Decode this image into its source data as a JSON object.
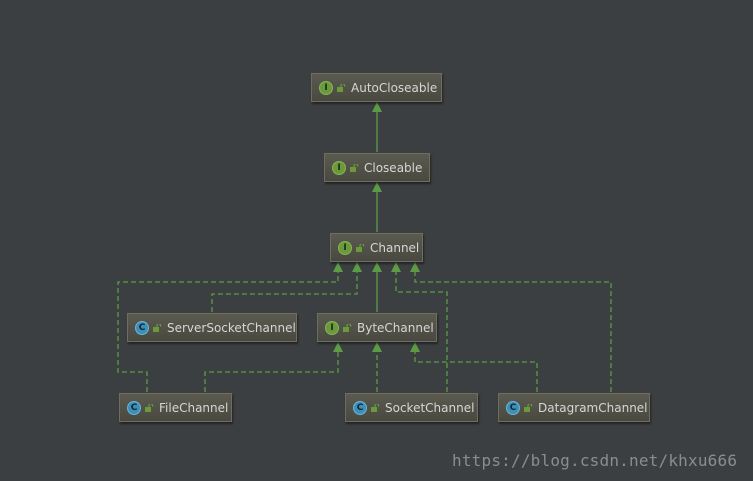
{
  "diagram": {
    "nodes": {
      "autocloseable": {
        "label": "AutoCloseable",
        "kind": "I"
      },
      "closeable": {
        "label": "Closeable",
        "kind": "I"
      },
      "channel": {
        "label": "Channel",
        "kind": "I"
      },
      "serversocketchannel": {
        "label": "ServerSocketChannel",
        "kind": "C"
      },
      "bytechannel": {
        "label": "ByteChannel",
        "kind": "I"
      },
      "filechannel": {
        "label": "FileChannel",
        "kind": "C"
      },
      "socketchannel": {
        "label": "SocketChannel",
        "kind": "C"
      },
      "datagramchannel": {
        "label": "DatagramChannel",
        "kind": "C"
      }
    },
    "edges": [
      {
        "from": "closeable",
        "to": "autocloseable",
        "relation": "extends"
      },
      {
        "from": "channel",
        "to": "closeable",
        "relation": "extends"
      },
      {
        "from": "bytechannel",
        "to": "channel",
        "relation": "extends"
      },
      {
        "from": "filechannel",
        "to": "channel",
        "relation": "implements"
      },
      {
        "from": "serversocketchannel",
        "to": "channel",
        "relation": "implements"
      },
      {
        "from": "socketchannel",
        "to": "channel",
        "relation": "implements"
      },
      {
        "from": "datagramchannel",
        "to": "channel",
        "relation": "implements"
      },
      {
        "from": "filechannel",
        "to": "bytechannel",
        "relation": "implements"
      },
      {
        "from": "socketchannel",
        "to": "bytechannel",
        "relation": "implements"
      },
      {
        "from": "datagramchannel",
        "to": "bytechannel",
        "relation": "implements"
      }
    ],
    "colors": {
      "background": "#3c3f41",
      "edge": "#5d9b47",
      "interface_badge": "#6a9a3b",
      "class_badge": "#3d8fb8"
    }
  },
  "watermark": "https://blog.csdn.net/khxu666"
}
